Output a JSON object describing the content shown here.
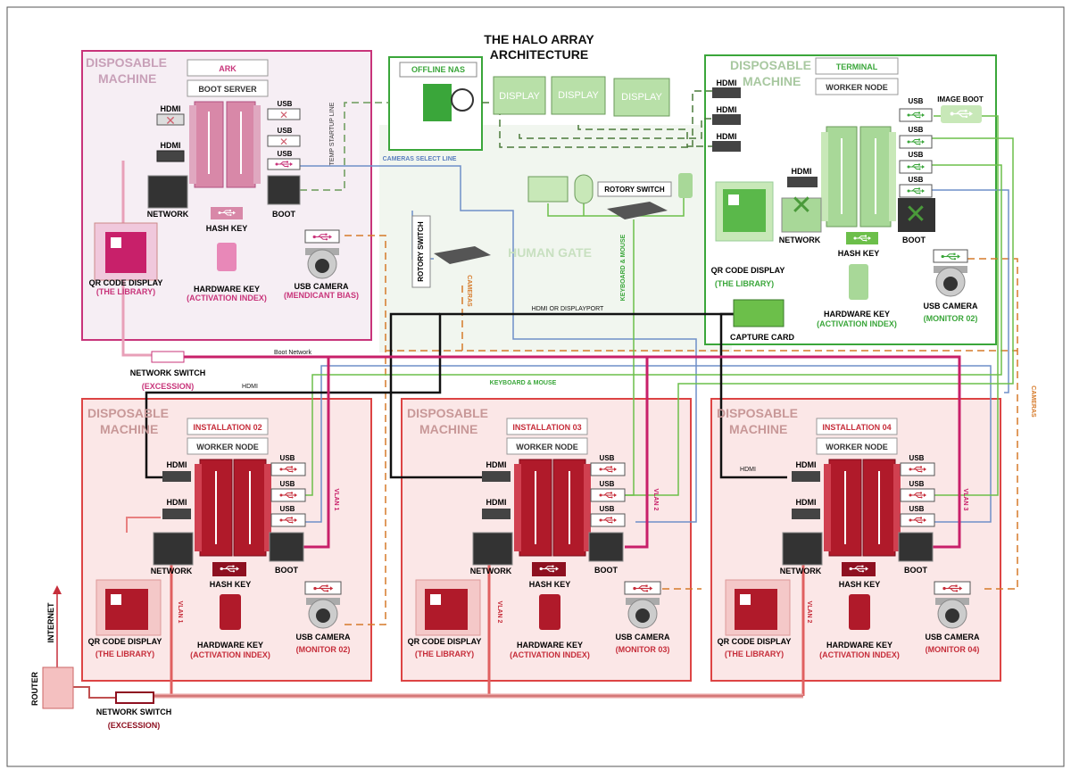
{
  "title_line1": "THE HALO ARRAY",
  "title_line2": "ARCHITECTURE",
  "colors": {
    "ark": "#c8347a",
    "terminal": "#3aa63a",
    "install": "#c62d3a",
    "dark_red": "#8e1020",
    "orange": "#d67a2a",
    "blue": "#5b7fbf",
    "green_line": "#6cbf4a",
    "black": "#111111"
  },
  "common": {
    "disposable_line1": "DISPOSABLE",
    "disposable_line2": "MACHINE",
    "worker_node": "WORKER NODE",
    "hdmi": "HDMI",
    "usb": "USB",
    "network": "NETWORK",
    "boot": "BOOT",
    "hash_key": "HASH KEY",
    "hardware_key": "HARDWARE KEY",
    "activation_index": "(ACTIVATION INDEX)",
    "usb_camera": "USB CAMERA",
    "qr_code_display": "QR CODE DISPLAY",
    "the_library": "(THE LIBRARY)"
  },
  "ark": {
    "name": "ARK",
    "role": "BOOT SERVER",
    "camera_note": "(MENDICANT  BIAS)",
    "temp_startup": "TEMP STARTUP LINE"
  },
  "terminal": {
    "name": "TERMINAL",
    "role": "WORKER NODE",
    "image_boot": "IMAGE BOOT",
    "capture_card": "CAPTURE CARD",
    "monitor": "(MONITOR 02)"
  },
  "installations": [
    {
      "name": "INSTALLATION 02",
      "monitor": "(MONITOR 02)",
      "vlan_right": "VLAN 1",
      "vlan_left": "VLAN 1"
    },
    {
      "name": "INSTALLATION 03",
      "monitor": "(MONITOR 03)",
      "vlan_right": "VLAN 2",
      "vlan_left": "VLAN 2"
    },
    {
      "name": "INSTALLATION 04",
      "monitor": "(MONITOR 04)",
      "vlan_right": "VLAN 3",
      "vlan_left": "VLAN 2"
    }
  ],
  "offline_nas": "OFFLINE NAS",
  "display": "DISPLAY",
  "rotory_switch": "ROTORY SWITCH",
  "human_gate": "HUMAN GATE",
  "cameras": "CAMERAS",
  "cameras_select_line": "CAMERAS SELECT LINE",
  "keyboard_mouse": "KEYBOARD & MOUSE",
  "hdmi_or_displayport": "HDMI OR DISPLAYPORT",
  "boot_network": "Boot Network",
  "hdmi_label": "HDMI",
  "network_switch": "NETWORK SWITCH",
  "excession": "(EXCESSION)",
  "router": "ROUTER",
  "internet": "INTERNET"
}
